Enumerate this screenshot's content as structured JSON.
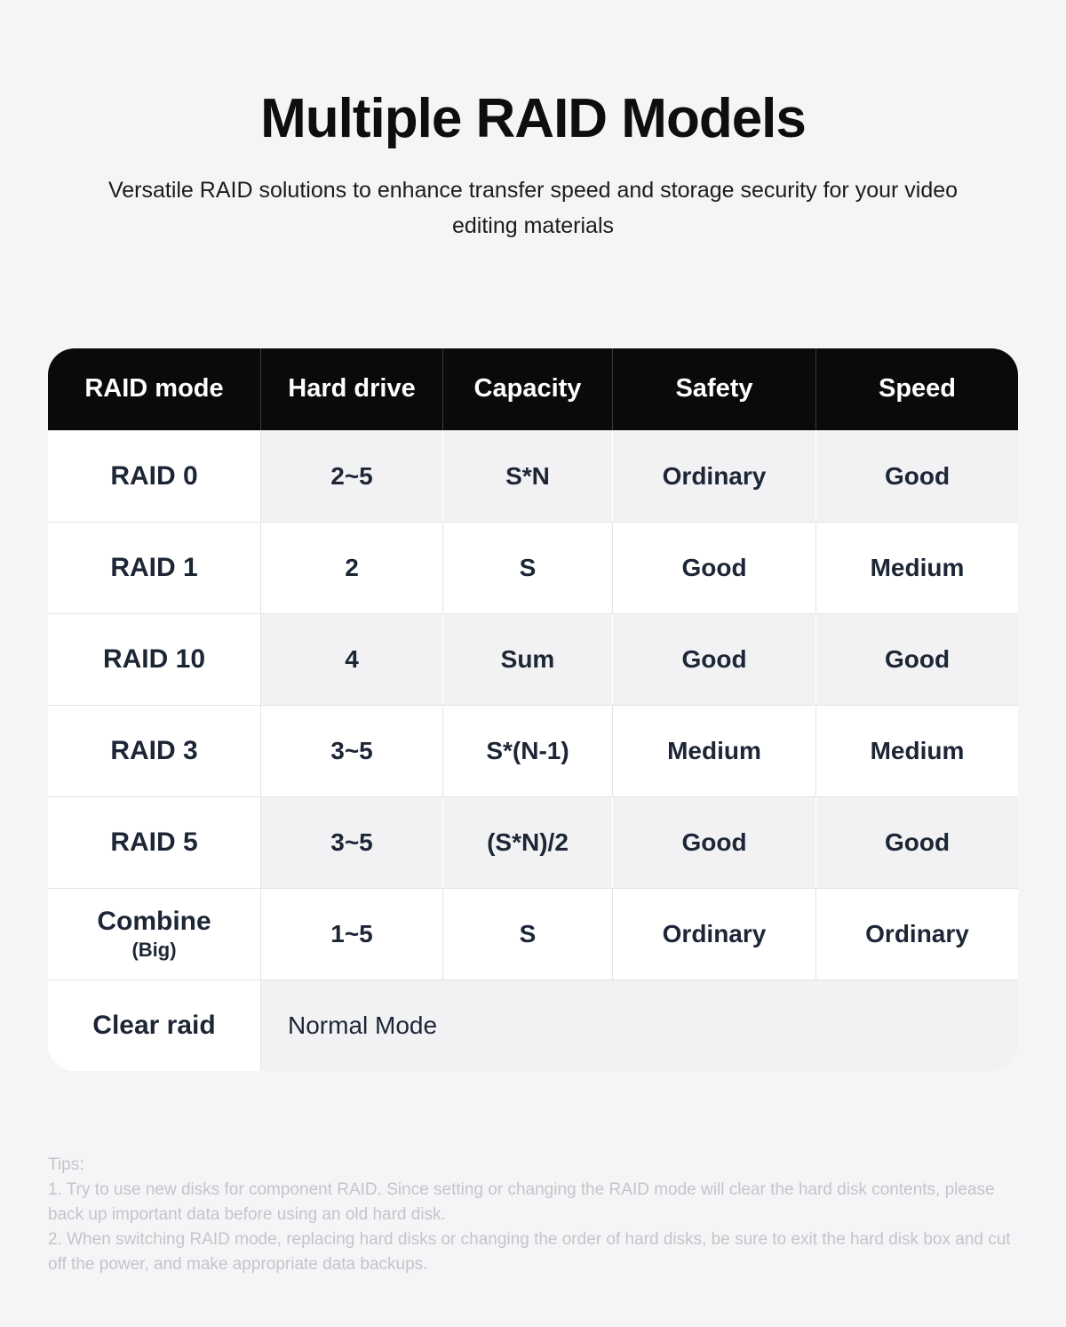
{
  "page": {
    "title": "Multiple RAID Models",
    "subtitle": "Versatile RAID solutions to enhance transfer speed and storage security for your video editing materials"
  },
  "table": {
    "columns": [
      "RAID mode",
      "Hard drive",
      "Capacity",
      "Safety",
      "Speed"
    ],
    "rows": [
      {
        "mode": "RAID 0",
        "cells": [
          "2~5",
          "S*N",
          "Ordinary",
          "Good"
        ]
      },
      {
        "mode": "RAID 1",
        "cells": [
          "2",
          "S",
          "Good",
          "Medium"
        ]
      },
      {
        "mode": "RAID 10",
        "cells": [
          "4",
          "Sum",
          "Good",
          "Good"
        ]
      },
      {
        "mode": "RAID 3",
        "cells": [
          "3~5",
          "S*(N-1)",
          "Medium",
          "Medium"
        ]
      },
      {
        "mode": "RAID 5",
        "cells": [
          "3~5",
          "(S*N)/2",
          "Good",
          "Good"
        ]
      },
      {
        "mode": "Combine",
        "mode_sub": "(Big)",
        "cells": [
          "1~5",
          "S",
          "Ordinary",
          "Ordinary"
        ]
      },
      {
        "mode": "Clear raid",
        "merged": "Normal Mode"
      }
    ]
  },
  "tips": {
    "title": "Tips:",
    "items": [
      "1. Try to use new disks for component RAID. Since setting or changing the RAID mode will clear the hard disk contents, please back up important data before using an old hard disk.",
      "2. When switching RAID mode, replacing hard disks or changing the order of hard disks, be sure to exit the hard disk box and cut off the power, and make appropriate data backups."
    ]
  },
  "colors": {
    "page_background": "#f5f5f7",
    "header_background": "#0a0a0a",
    "header_text": "#ffffff",
    "cell_text": "#1d2636",
    "shaded_cell": "#f2f2f4",
    "border": "#e4e4e7",
    "tips_text": "#c5c5c9"
  }
}
